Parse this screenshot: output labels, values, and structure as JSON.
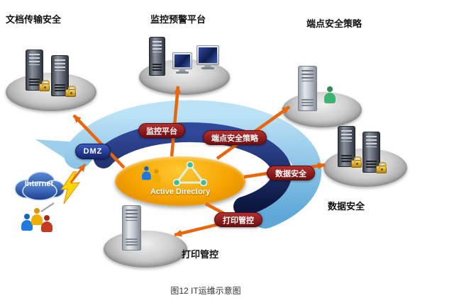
{
  "top_labels": {
    "doc": "文档传输安全",
    "monitor": "监控预警平台",
    "endpoint": "端点安全策略"
  },
  "band": {
    "dmz": "DMZ",
    "monitor_platform": "监控平台",
    "endpoint_policy": "端点安全策略",
    "data_security": "数据安全",
    "print_control": "打印管控"
  },
  "center": {
    "active_directory": "Active Directory"
  },
  "cloud": {
    "internet": "Internet"
  },
  "labels": {
    "data_security": "数据安全",
    "print_control": "打印管控"
  },
  "caption": "图12 IT运维示意图",
  "colors": {
    "outer_band_light": "#9ed0ec",
    "outer_band_deep": "#5fa8d8",
    "inner_band": "#14245e",
    "pill_maroon": "#8c1616",
    "dmz_blue": "#1d2f78",
    "arrow_orange": "#e8660c",
    "hub_orange": "#f5a400",
    "cloud_blue": "#2a4fa0",
    "lightning_yellow": "#ffd400"
  },
  "icons": {
    "server": "server-tower-icon",
    "padlock": "padlock-icon",
    "monitor": "monitor-icon",
    "person": "person-icon",
    "cloud": "cloud-icon",
    "lightning": "lightning-icon",
    "ad_triangle": "triangle-network-icon"
  }
}
